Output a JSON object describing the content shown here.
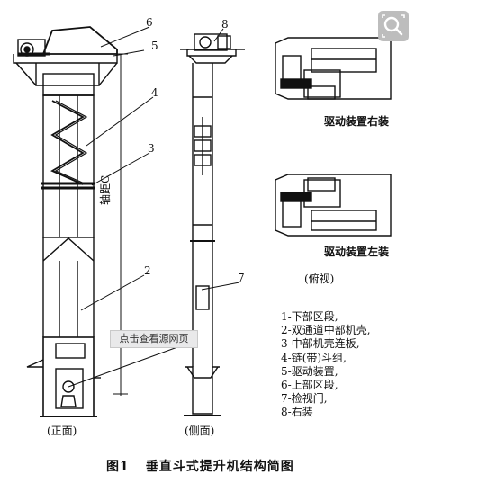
{
  "figure": {
    "number": "图1",
    "title": "垂直斗式提升机结构简图"
  },
  "callouts": [
    "6",
    "5",
    "4",
    "3",
    "2",
    "8",
    "7"
  ],
  "axis_label": "轴距C",
  "view_labels": {
    "front": "(正面)",
    "side": "(侧面)",
    "top": "(俯视)"
  },
  "drive_labels": {
    "right": "驱动装置右装",
    "left": "驱动装置左装"
  },
  "legend": [
    "1-下部区段,",
    "2-双通道中部机壳,",
    "3-中部机壳连板,",
    "4-链(带)斗组,",
    "5-驱动装置,",
    "6-上部区段,",
    "7-检视门,",
    "8-右装"
  ],
  "tooltip": "点击查看源网页",
  "zoom_icon": "search-zoom-icon"
}
